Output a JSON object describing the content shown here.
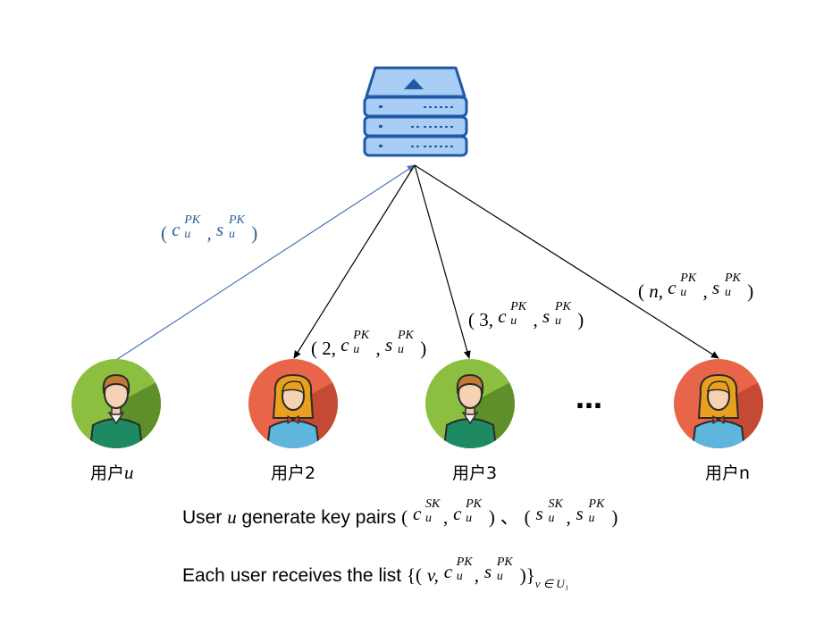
{
  "diagram": {
    "server": {
      "icon": "server-stack-icon"
    },
    "edges": [
      {
        "id": "u-to-server",
        "label": "( c_u^PK , s_u^PK )",
        "color": "#4a72b8"
      },
      {
        "id": "server-to-2",
        "label": "( 2, c_u^PK , s_u^PK )",
        "color": "#000000"
      },
      {
        "id": "server-to-3",
        "label": "( 3, c_u^PK , s_u^PK )",
        "color": "#000000"
      },
      {
        "id": "server-to-n",
        "label": "( n, c_u^PK , s_u^PK )",
        "color": "#000000"
      }
    ],
    "users": [
      {
        "name": "用户",
        "var": "u",
        "avatar": "male-user-icon",
        "circle_color": "#8cbf3f"
      },
      {
        "name": "用户2",
        "avatar": "female-user-icon",
        "circle_color": "#e8654a"
      },
      {
        "name": "用户3",
        "avatar": "male-user-icon",
        "circle_color": "#8cbf3f"
      },
      {
        "name": "用户n",
        "avatar": "female-user-icon",
        "circle_color": "#e8654a"
      }
    ],
    "ellipsis": "…",
    "labels": {
      "open": "(",
      "close": ")",
      "comma": ",",
      "c": "c",
      "s": "s",
      "u": "u",
      "PK": "PK",
      "SK": "SK",
      "two": "2,",
      "three": "3,",
      "n": "n,"
    },
    "captions": {
      "line1": {
        "prefix": "User ",
        "var": "u",
        "mid": " generate key pairs ",
        "sep": "、"
      },
      "line2": {
        "prefix": "Each user receives the list ",
        "lbrace": "{",
        "v": "v,",
        "rbrace": "}",
        "set_sub": "v ∈ U₁"
      }
    }
  }
}
